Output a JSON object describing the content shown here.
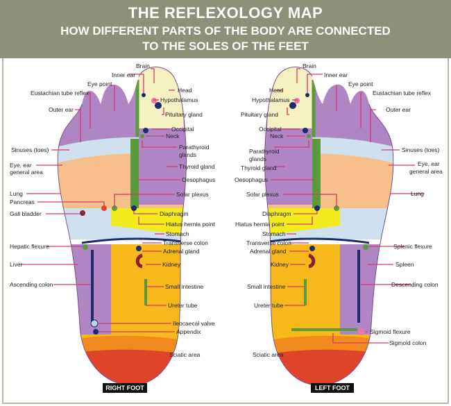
{
  "header": {
    "title": "THE REFLEXOLOGY MAP",
    "subtitle_line1": "HOW DIFFERENT PARTS OF THE BODY ARE CONNECTED",
    "subtitle_line2": "TO THE SOLES OF THE FEET"
  },
  "feet": {
    "right_label": "RIGHT FOOT",
    "left_label": "LEFT FOOT"
  },
  "right_labels": {
    "brain": "Brain",
    "inner_ear": "Inner ear",
    "eye_point": "Eye point",
    "head": "Head",
    "eustachian": "Eustachian tube reflex",
    "hypothalamus": "Hypothalamus",
    "outer_ear": "Outer ear",
    "pituitary": "Pituitary gland",
    "occipital": "Occipital",
    "neck": "Neck",
    "parathyroid_1": "Parathyroid",
    "parathyroid_2": "glands",
    "sinuses": "Sinuses (toes)",
    "eye_ear_1": "Eye, ear",
    "eye_ear_2": "general area",
    "thyroid": "Thyroid gland",
    "oesophagus": "Oesophagus",
    "lung": "Lung",
    "solar_plexus": "Solar plexus",
    "pancreas": "Pancreas",
    "gall_bladder": "Gall bladder",
    "diaphragm": "Diaphragm",
    "hiatus": "Hiatus hernia point",
    "stomach": "Stomach",
    "transverse_colon": "Transverse colon",
    "hepatic_flexure": "Hepatic flexure",
    "adrenal": "Adrenal gland",
    "liver": "Liver",
    "kidney": "Kidney",
    "ascending_colon": "Ascending colon",
    "small_intestine": "Small intestine",
    "ureter": "Ureter tube",
    "ileocaecal": "Ileocaecal valve",
    "appendix": "Appendix",
    "sciatic": "Sciatic area"
  },
  "left_labels": {
    "brain": "Brain",
    "inner_ear": "Inner ear",
    "head": "Head",
    "eye_point": "Eye point",
    "hypothalamus": "Hypothalamus",
    "eustachian": "Eustachian tube reflex",
    "pituitary": "Pituitary gland",
    "outer_ear": "Outer ear",
    "occipital": "Occipital",
    "neck": "Neck",
    "parathyroid_1": "Parathyroid",
    "parathyroid_2": "glands",
    "sinuses": "Sinuses (toes)",
    "thyroid": "Thyroid gland",
    "eye_ear_1": "Eye, ear",
    "eye_ear_2": "general area",
    "oesophagus": "Oesophagus",
    "lung": "Lung",
    "solar_plexus": "Solar plexus",
    "diaphragm": "Diaphragm",
    "hiatus": "Hiatus hernia point",
    "stomach": "Stomach",
    "transverse_colon": "Transverse colon",
    "splenic_flexure": "Splenic flexure",
    "adrenal": "Adrenal gland",
    "kidney": "Kidney",
    "spleen": "Spleen",
    "small_intestine": "Small intestine",
    "descending_colon": "Descending colon",
    "ureter": "Ureter tube",
    "sigmoid_flexure": "Sigmoid flexure",
    "sigmoid_colon": "Sigmoid colon",
    "sciatic": "Sciatic area"
  },
  "colors": {
    "header_bg": "#8f9079",
    "toe_purple": "#b085c4",
    "big_toe_yellow": "#f5f0c0",
    "peach": "#f7c08a",
    "light_blue": "#cfe0ee",
    "yellow": "#f4eb1e",
    "orange_yellow": "#f6b81a",
    "heel_orange": "#f08a1c",
    "heel_red": "#e0442a",
    "green": "#5a9a3c",
    "navy": "#1d2a6e",
    "pink_line": "#d23a6a"
  }
}
